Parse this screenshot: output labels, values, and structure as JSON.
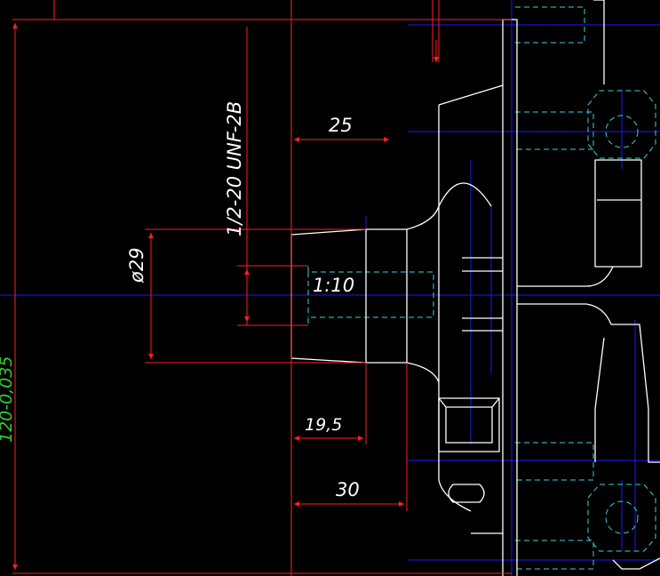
{
  "drawing": {
    "background_color": "#000000",
    "colors": {
      "dimension": "#ff2020",
      "outline": "#ffffff",
      "centerline": "#1a1aff",
      "hidden": "#3fd0e0",
      "tolerance_text": "#33cc33",
      "text": "#ffffff"
    },
    "annotations": {
      "thread": "1/2-20 UNF-2B",
      "diameter": "ø29",
      "taper": "1:10",
      "length_25": "25",
      "length_19_5": "19,5",
      "length_30": "30",
      "height_tolerance": "120-0,035"
    }
  }
}
